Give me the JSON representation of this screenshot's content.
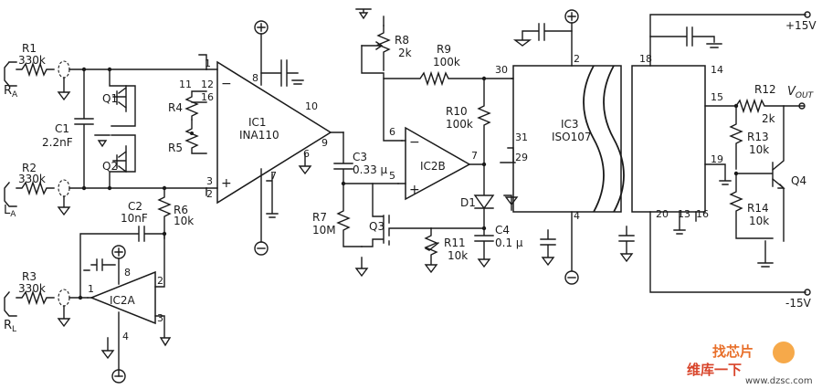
{
  "supplies": {
    "pos": "+15V",
    "neg": "-15V"
  },
  "inputs": {
    "ra": "R",
    "ra_sub": "A",
    "la": "L",
    "la_sub": "A",
    "rl": "R",
    "rl_sub": "L"
  },
  "output": {
    "v": "V",
    "sub": "OUT"
  },
  "ics": {
    "ic1": {
      "ref": "IC1",
      "part": "INA110"
    },
    "ic2a": {
      "ref": "IC2A"
    },
    "ic2b": {
      "ref": "IC2B"
    },
    "ic3": {
      "ref": "IC3",
      "part": "ISO107"
    }
  },
  "components": {
    "r1": {
      "ref": "R1",
      "value": "330k"
    },
    "r2": {
      "ref": "R2",
      "value": "330k"
    },
    "r3": {
      "ref": "R3",
      "value": "330k"
    },
    "r4": {
      "ref": "R4"
    },
    "r5": {
      "ref": "R5"
    },
    "r6": {
      "ref": "R6",
      "value": "10k"
    },
    "r7": {
      "ref": "R7",
      "value": "10M"
    },
    "r8": {
      "ref": "R8",
      "value": "2k"
    },
    "r9": {
      "ref": "R9",
      "value": "100k"
    },
    "r10": {
      "ref": "R10",
      "value": "100k"
    },
    "r11": {
      "ref": "R11",
      "value": "10k"
    },
    "r12": {
      "ref": "R12",
      "value": "2k"
    },
    "r13": {
      "ref": "R13",
      "value": "10k"
    },
    "r14": {
      "ref": "R14",
      "value": "10k"
    },
    "c1": {
      "ref": "C1",
      "value": "2.2nF"
    },
    "c2": {
      "ref": "C2",
      "value": "10nF"
    },
    "c3": {
      "ref": "C3",
      "value": "0.33 μ"
    },
    "c4": {
      "ref": "C4",
      "value": "0.1 μ"
    },
    "q1": {
      "ref": "Q1"
    },
    "q2": {
      "ref": "Q2"
    },
    "q3": {
      "ref": "Q3"
    },
    "q4": {
      "ref": "Q4"
    },
    "d1": {
      "ref": "D1"
    }
  },
  "pins": {
    "ic1": {
      "p1": "1",
      "p2": "2",
      "p3": "3",
      "p6": "6",
      "p7": "7",
      "p8": "8",
      "p9": "9",
      "p10": "10",
      "p11": "11",
      "p12": "12",
      "p16": "16"
    },
    "ic2a": {
      "p1": "1",
      "p2": "2",
      "p3": "3",
      "p4": "4",
      "p8": "8"
    },
    "ic2b": {
      "p5": "5",
      "p6": "6",
      "p7": "7"
    },
    "ic3": {
      "p2": "2",
      "p4": "4",
      "p13": "13",
      "p14": "14",
      "p15": "15",
      "p16": "16",
      "p18": "18",
      "p19": "19",
      "p20": "20",
      "p29": "29",
      "p30": "30",
      "p31": "31"
    }
  },
  "symbols": {
    "plus": "+",
    "minus": "−"
  },
  "watermark": {
    "site": "www.dzsc.com",
    "brand": "维库一下",
    "logo": "找芯片"
  }
}
